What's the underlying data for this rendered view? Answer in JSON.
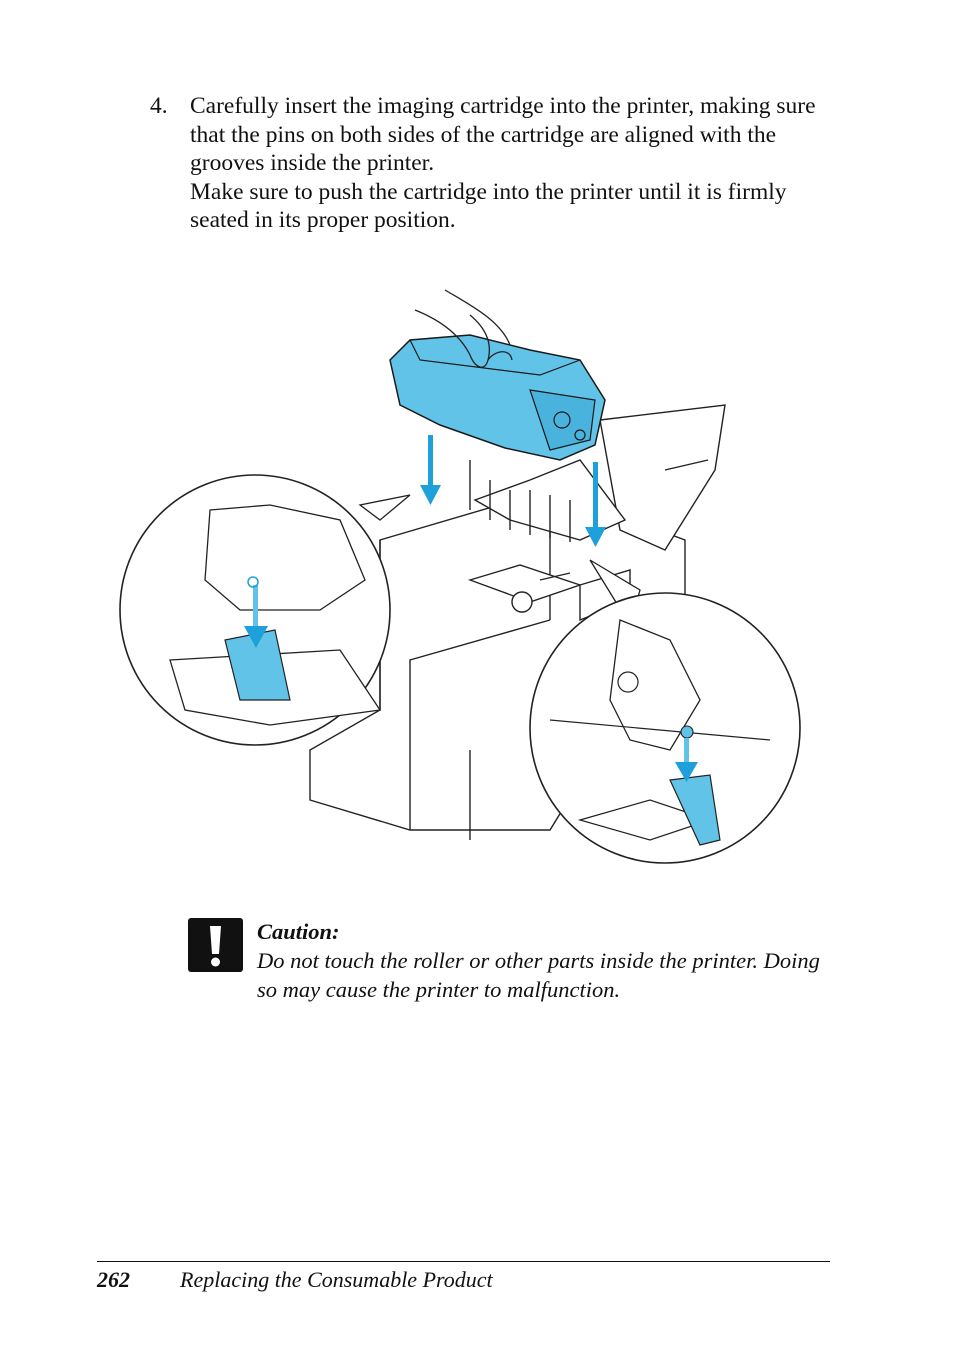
{
  "step": {
    "number": "4.",
    "lines": [
      "Carefully insert the imaging cartridge into the printer, making sure that the pins on both sides of the cartridge are aligned with the grooves inside the printer.",
      "Make sure to push the cartridge into the printer until it is firmly seated in its proper position."
    ]
  },
  "figure": {
    "accent_color": "#62c3e8",
    "arrow_color": "#1ea0db",
    "icons": [
      "hand-icon",
      "imaging-cartridge-icon",
      "printer-icon",
      "down-arrow-icon",
      "zoom-circle-icon"
    ]
  },
  "caution": {
    "icon": "exclamation-icon",
    "title": "Caution:",
    "text": "Do not touch the roller or other parts inside the printer. Doing so may cause the printer to malfunction."
  },
  "footer": {
    "page_number": "262",
    "running_title": "Replacing the Consumable Product"
  }
}
